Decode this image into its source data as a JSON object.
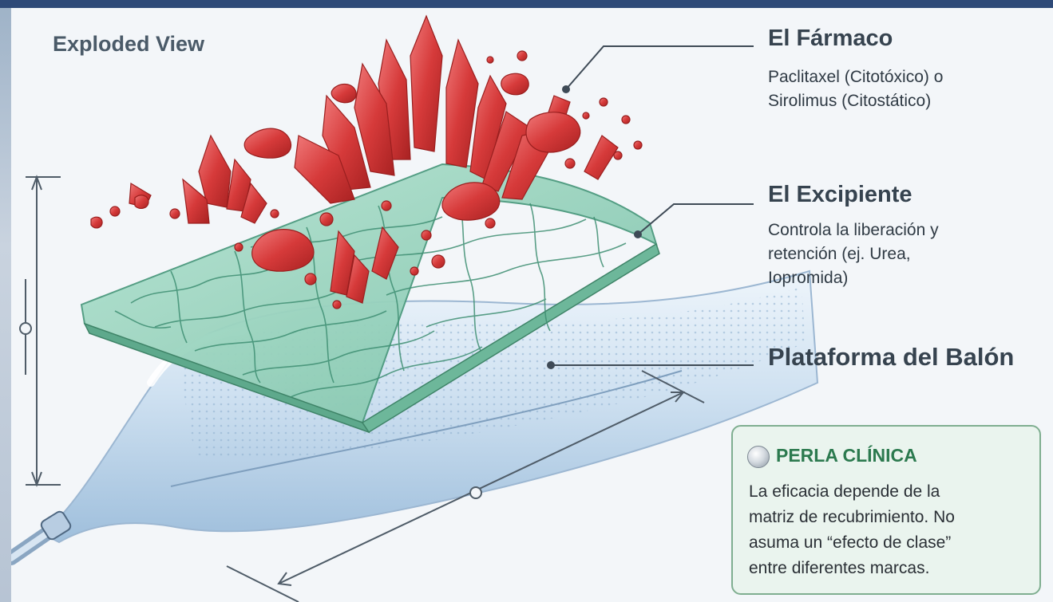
{
  "title": "Exploded View",
  "labels": {
    "drug": {
      "title": "El Fármaco",
      "line1": "Paclitaxel (Citotóxico) o",
      "line2": "Sirolimus (Citostático)"
    },
    "excipient": {
      "title": "El Excipiente",
      "line1": "Controla la liberación y",
      "line2": "retención (ej. Urea,",
      "line3": "Iopromida)"
    },
    "platform": {
      "title": "Plataforma del Balón"
    }
  },
  "pearl": {
    "title": "PERLA CLÍNICA",
    "line1": "La eficacia depende de la",
    "line2": "matriz de recubrimiento. No",
    "line3": "asuma un “efecto de clase”",
    "line4": "entre diferentes marcas."
  },
  "colors": {
    "crystal": "#d63a3a",
    "excipient_layer": "#8fd0b8",
    "balloon": "#c9dff2",
    "pearl_accent": "#2c7a4f"
  }
}
